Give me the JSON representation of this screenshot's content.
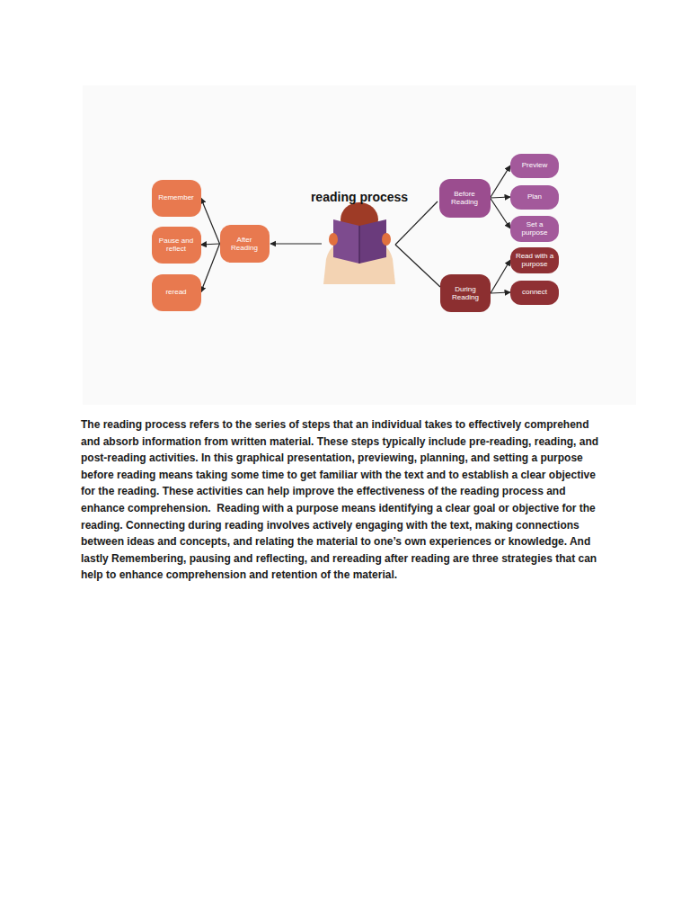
{
  "diagram": {
    "title": "reading process",
    "nodes": [
      {
        "text": [
          "After Reading"
        ]
      },
      {
        "text": [
          "Remember"
        ]
      },
      {
        "text": [
          "Pause and reflect"
        ]
      },
      {
        "text": [
          "reread"
        ]
      },
      {
        "text": [
          "Before Reading"
        ]
      },
      {
        "text": [
          "Preview"
        ]
      },
      {
        "text": [
          "Plan"
        ]
      },
      {
        "text": [
          "Set a purpose"
        ]
      },
      {
        "text": [
          "During Reading"
        ]
      },
      {
        "text": [
          "Read with a purpose"
        ]
      },
      {
        "text": [
          "connect"
        ]
      }
    ],
    "edges": [
      {
        "from": 0,
        "to": 1,
        "arrow": "to"
      },
      {
        "from": 0,
        "to": 2,
        "arrow": "to"
      },
      {
        "from": 0,
        "to": 3,
        "arrow": "to"
      },
      {
        "from": 4,
        "to": 5,
        "arrow": "to"
      },
      {
        "from": 4,
        "to": 6,
        "arrow": "to"
      },
      {
        "from": 4,
        "to": 7,
        "arrow": "to"
      },
      {
        "from": 8,
        "to": 9,
        "arrow": "to"
      },
      {
        "from": 8,
        "to": 10,
        "arrow": "to"
      }
    ],
    "labels": [
      "The reading process refers to the series of steps that an individual takes to effectively comprehend and absorb information from written material. These steps typically include pre-reading, reading, and post-reading activities. In this graphical presentation, previewing, planning, and setting a purpose before reading means taking some time to get familiar with the text and to establish a clear objective for the reading. These activities can help improve the effectiveness of the reading process and enhance comprehension.  Reading with a purpose means identifying a clear goal or objective for the reading. Connecting during reading involves actively engaging with the text, making connections between ideas and concepts, and relating the material to one’s own experiences or knowledge. And lastly Remembering, pausing and reflecting, and rereading after reading are three strategies that can help to enhance comprehension and retention of the material."
    ]
  }
}
